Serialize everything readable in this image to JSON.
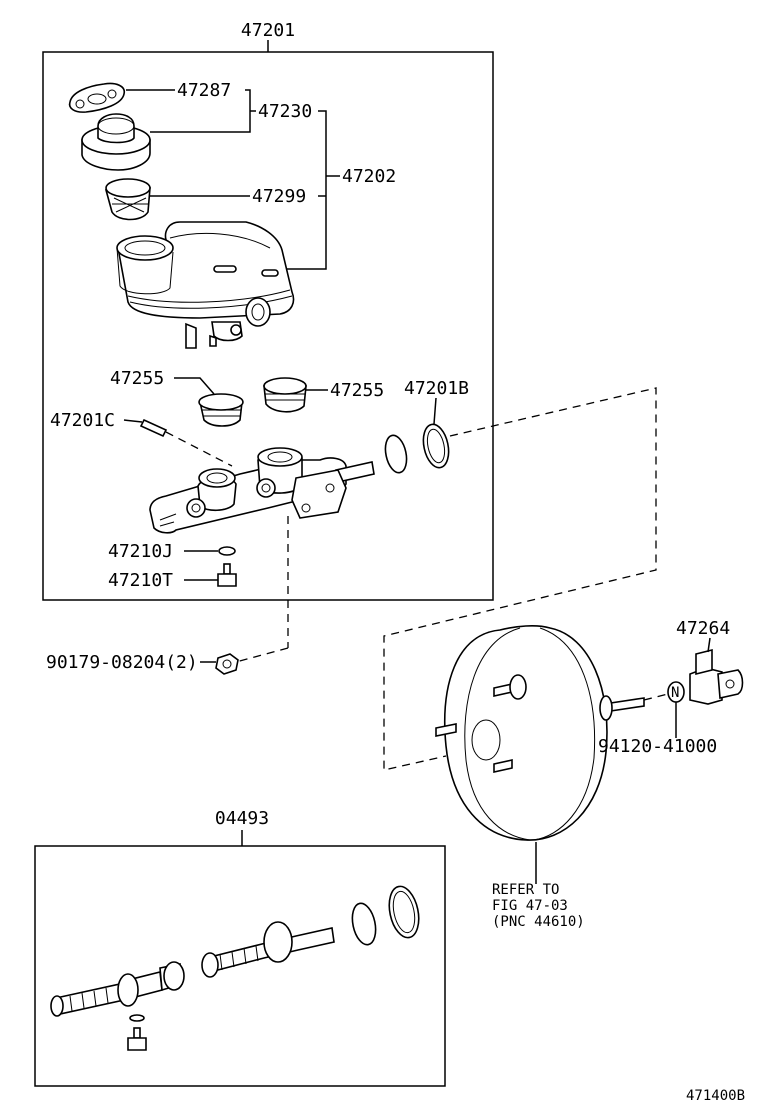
{
  "labels": {
    "p47201": "47201",
    "p47287": "47287",
    "p47230": "47230",
    "p47202": "47202",
    "p47299": "47299",
    "p47255_left": "47255",
    "p47255_right": "47255",
    "p47201B": "47201B",
    "p47201C": "47201C",
    "p47210J": "47210J",
    "p47210T": "47210T",
    "p90179": "90179-08204(2)",
    "p47264": "47264",
    "p94120": "94120-41000",
    "p04493": "04493",
    "refer_line1": "REFER TO",
    "refer_line2": "FIG 47-03",
    "refer_line3": "(PNC 44610)",
    "n_marker": "N",
    "diagram_code": "471400B"
  }
}
